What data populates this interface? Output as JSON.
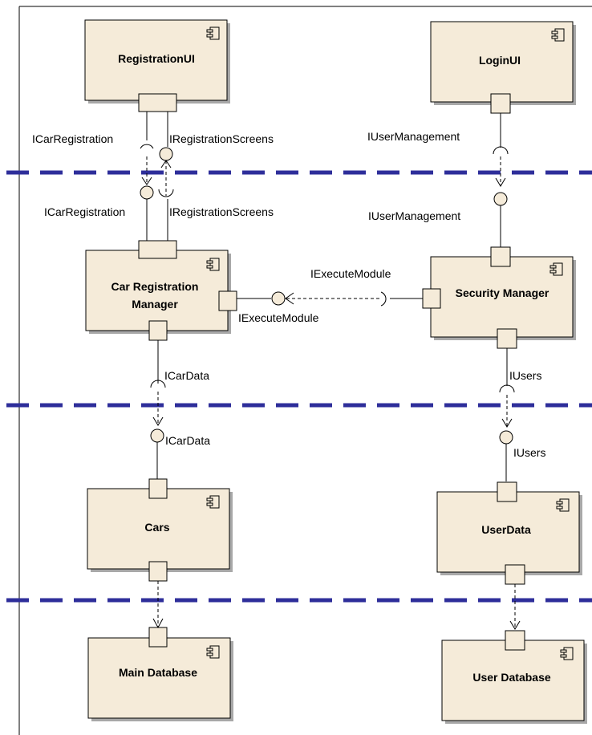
{
  "components": {
    "registration_ui": "RegistrationUI",
    "login_ui": "LoginUI",
    "car_registration_manager": [
      "Car Registration",
      "Manager"
    ],
    "security_manager": "Security Manager",
    "cars": "Cars",
    "user_data": "UserData",
    "main_database": "Main Database",
    "user_database": "User Database"
  },
  "interfaces": {
    "icar_registration": "ICarRegistration",
    "iregistration_screens": "IRegistrationScreens",
    "iuser_management": "IUserManagement",
    "iexecute_module": "IExecuteModule",
    "icar_data": "ICarData",
    "iusers": "IUsers"
  },
  "colors": {
    "component_fill": "#f5ebd9",
    "layer_divider": "#2e2e9a"
  }
}
